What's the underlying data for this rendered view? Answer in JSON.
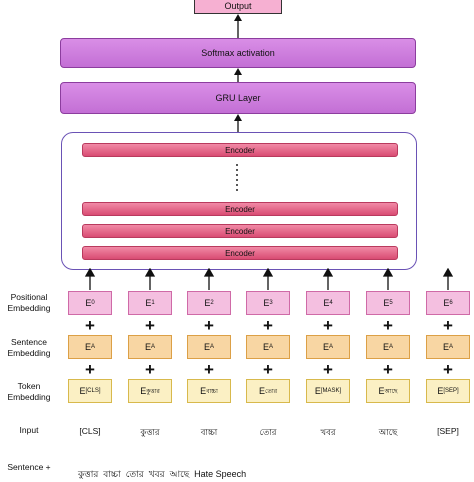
{
  "output": {
    "label": "Output"
  },
  "softmax": {
    "label": "Softmax activation"
  },
  "gru": {
    "label": "GRU Layer"
  },
  "encoders": {
    "top_label": "Encoder",
    "bottom_labels": [
      "Encoder",
      "Encoder",
      "Encoder"
    ]
  },
  "row_labels": {
    "positional": "Positional\nEmbedding",
    "sentence": "Sentence\nEmbedding",
    "token": "Token\nEmbedding",
    "input": "Input",
    "bottom": "Sentence +"
  },
  "positional": [
    {
      "base": "E",
      "sub": "0"
    },
    {
      "base": "E",
      "sub": "1"
    },
    {
      "base": "E",
      "sub": "2"
    },
    {
      "base": "E",
      "sub": "3"
    },
    {
      "base": "E",
      "sub": "4"
    },
    {
      "base": "E",
      "sub": "5"
    },
    {
      "base": "E",
      "sub": "6"
    }
  ],
  "sentence": [
    {
      "base": "E",
      "sub": "A"
    },
    {
      "base": "E",
      "sub": "A"
    },
    {
      "base": "E",
      "sub": "A"
    },
    {
      "base": "E",
      "sub": "A"
    },
    {
      "base": "E",
      "sub": "A"
    },
    {
      "base": "E",
      "sub": "A"
    },
    {
      "base": "E",
      "sub": "A"
    }
  ],
  "token": [
    {
      "base": "E",
      "sub": "[CLS]"
    },
    {
      "base": "E",
      "sub": "কুত্তার"
    },
    {
      "base": "E",
      "sub": "বাচ্চা"
    },
    {
      "base": "E",
      "sub": "তোর"
    },
    {
      "base": "E",
      "sub": "[MASK]"
    },
    {
      "base": "E",
      "sub": "আছে"
    },
    {
      "base": "E",
      "sub": "[SEP]"
    }
  ],
  "inputs": [
    "[CLS]",
    "কুত্তার",
    "বাচ্চা",
    "তোর",
    "খবর",
    "আছে",
    "[SEP]"
  ],
  "bottom_text": "কুত্তার  বাচ্চা  তোর  খবর  আছে  Hate Speech",
  "plus_symbol": "+",
  "colors": {
    "purple_box": "#c36fd5",
    "encoder_red": "#d94c73",
    "positional_pink": "#f4bfe0",
    "sentence_orange": "#f8d6a3",
    "token_yellow": "#fbf0c4"
  }
}
